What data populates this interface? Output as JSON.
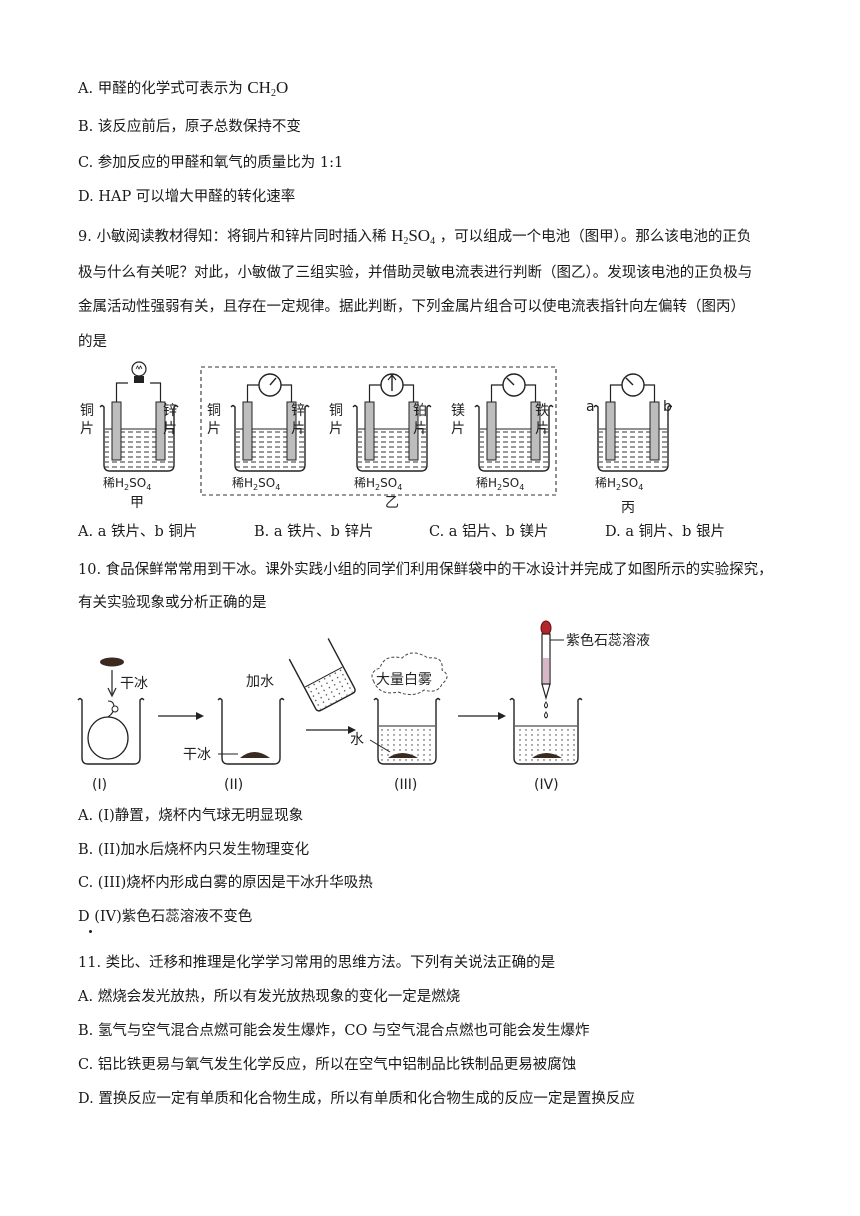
{
  "q8_options": [
    {
      "pre": "A. 甲醛的化学式可表示为",
      "formula": [
        "CH",
        "2",
        "O"
      ]
    },
    {
      "text": "B. 该反应前后，原子总数保持不变"
    },
    {
      "text": "C. 参加反应的甲醛和氧气的质量比为 1:1"
    },
    {
      "text": "D. HAP 可以增大甲醛的转化速率"
    }
  ],
  "q9": {
    "line1_pre": "9. 小敏阅读教材得知：将铜片和锌片同时插入稀",
    "formula": [
      "H",
      "2",
      "SO",
      "4"
    ],
    "line1_post": "，可以组成一个电池（图甲）。那么该电池的正负",
    "line2": "极与什么有关呢？对此，小敏做了三组实验，并借助灵敏电流表进行判断（图乙）。发现该电池的正负极与",
    "line3": "金属活动性强弱有关，且存在一定规律。据此判断，下列金属片组合可以使电流表指针向左偏转（图丙）",
    "line4": "的是",
    "figure": {
      "acid_label": "稀H",
      "acid_sub1": "2",
      "acid_so": "SO",
      "acid_sub2": "4",
      "jia": {
        "left": [
          "铜",
          "片"
        ],
        "right": [
          "锌",
          "片"
        ],
        "caption": "甲"
      },
      "yi1": {
        "left": [
          "铜",
          "片"
        ],
        "right": [
          "锌",
          "片"
        ]
      },
      "yi2": {
        "left": [
          "铜",
          "片"
        ],
        "right": [
          "铂",
          "片"
        ]
      },
      "yi3": {
        "left": [
          "镁",
          "片"
        ],
        "right": [
          "铁",
          "片"
        ]
      },
      "yi_caption": "乙",
      "bing": {
        "a": "a",
        "b": "b",
        "caption": "丙"
      }
    },
    "options": [
      "A. a 铁片、b 铜片",
      "B. a 铁片、b 锌片",
      "C. a 铝片、b 镁片",
      "D. a 铜片、b 银片"
    ]
  },
  "q10": {
    "line1": "10. 食品保鲜常常用到干冰。课外实践小组的同学们利用保鲜袋中的干冰设计并完成了如图所示的实验探究，",
    "line2": "有关实验现象或分析正确的是",
    "figure": {
      "dry_ice_1": "干冰",
      "add_water": "加水",
      "dry_ice_2": "干冰",
      "white_fog": "大量白雾",
      "water": "水",
      "litmus": "紫色石蕊溶液",
      "captions": [
        "(I)",
        "(II)",
        "(III)",
        "(IV)"
      ]
    },
    "options": [
      "A. (I)静置，烧杯内气球无明显现象",
      "B. (II)加水后烧杯内只发生物理变化",
      "C. (III)烧杯内形成白雾的原因是干冰升华吸热",
      "D   (IV)紫色石蕊溶液不变色"
    ]
  },
  "q11": {
    "stem": "11. 类比、迁移和推理是化学学习常用的思维方法。下列有关说法正确的是",
    "options": [
      "A. 燃烧会发光放热，所以有发光放热现象的变化一定是燃烧",
      "B. 氢气与空气混合点燃可能会发生爆炸，CO 与空气混合点燃也可能会发生爆炸",
      "C. 铝比铁更易与氧气发生化学反应，所以在空气中铝制品比铁制品更易被腐蚀",
      "D. 置换反应一定有单质和化合物生成，所以有单质和化合物生成的反应一定是置换反应"
    ]
  }
}
